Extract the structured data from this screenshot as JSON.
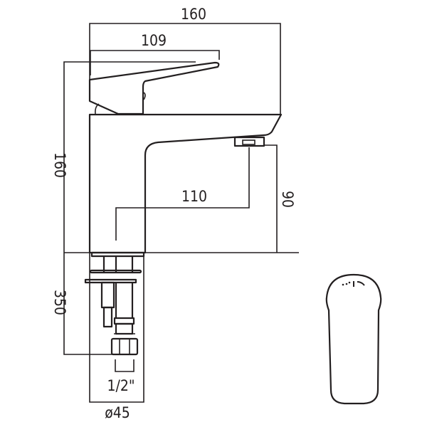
{
  "title": "Basin mixer technical drawing",
  "dimensions": {
    "overall_length": "160",
    "lever_length": "109",
    "overall_height": "160",
    "spout_reach": "110",
    "spout_height": "90",
    "tail_length": "350",
    "connection_size": "1/2\"",
    "base_diameter": "ø45"
  },
  "colors": {
    "line": "#231f20",
    "background": "#ffffff"
  }
}
